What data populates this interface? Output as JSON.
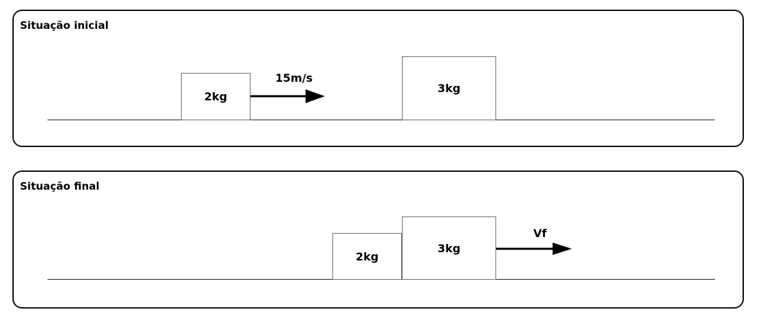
{
  "initial": {
    "title": "Situação inicial",
    "block_small_label": "2kg",
    "block_large_label": "3kg",
    "velocity_label": "15m/s"
  },
  "final": {
    "title": "Situação final",
    "block_small_label": "2kg",
    "block_large_label": "3kg",
    "velocity_label": "Vf"
  },
  "colors": {
    "stroke": "#111111",
    "block_border": "#6d6d6d",
    "background": "#ffffff"
  }
}
